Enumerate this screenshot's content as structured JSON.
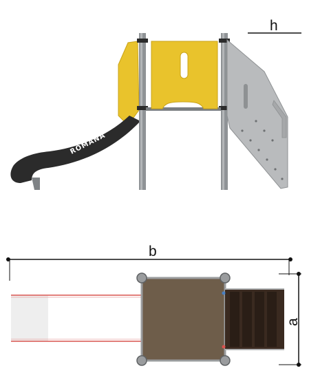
{
  "labels": {
    "height": "h",
    "length": "b",
    "width": "a",
    "brand": "ROMANA"
  },
  "colors": {
    "panel_yellow": "#e9c32c",
    "panel_yellow_dark": "#d9b01a",
    "slide_dark": "#2b2b2b",
    "post_gray": "#8f9396",
    "climb_gray": "#b9bbbd",
    "deck_brown": "#6e5d4a",
    "stair_brown": "#3a2a20",
    "dimension_line": "#111111",
    "slide_rail_red": "#d9534f"
  }
}
